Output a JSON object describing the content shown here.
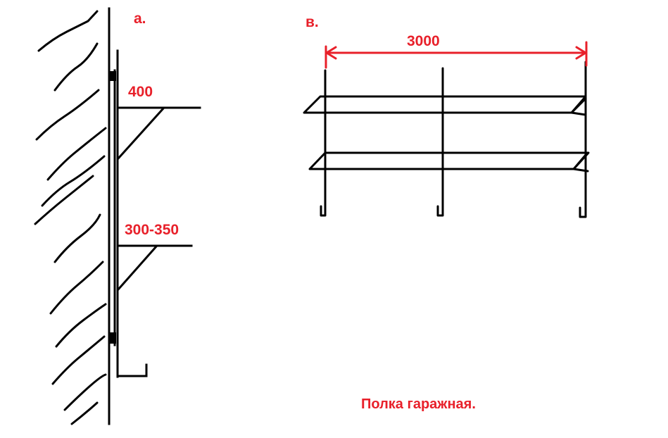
{
  "labels": {
    "view_a": "а.",
    "view_v": "в.",
    "dim_shelf_top": "400",
    "dim_shelf_bottom": "300-350",
    "dim_length": "3000",
    "caption": "Полка гаражная."
  },
  "colors": {
    "annotation": "#e8202a",
    "ink": "#000000",
    "background": "#ffffff"
  }
}
